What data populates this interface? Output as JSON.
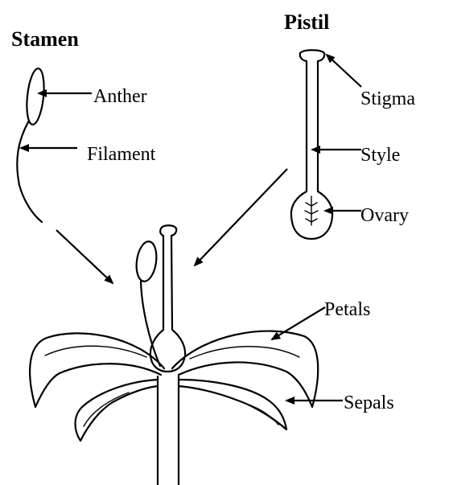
{
  "headings": {
    "stamen": "Stamen",
    "pistil": "Pistil"
  },
  "labels": {
    "anther": "Anther",
    "filament": "Filament",
    "stigma": "Stigma",
    "style": "Style",
    "ovary": "Ovary",
    "petals": "Petals",
    "sepals": "Sepals"
  },
  "colors": {
    "ink": "#000000",
    "background": "#ffffff"
  }
}
